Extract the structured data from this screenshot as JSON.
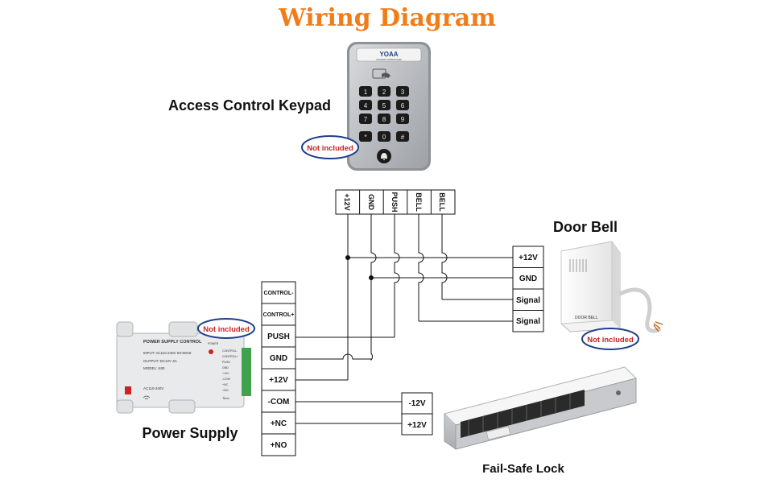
{
  "title": "Wiring Diagram",
  "colors": {
    "title": "#f07d1a",
    "badge_border": "#cc2222",
    "badge_text": "#cc2222",
    "wire": "#111111"
  },
  "devices": {
    "keypad": {
      "label": "Access Control Keypad",
      "brand": "YOAA",
      "subbrand": "ACCESS CONTROLLER",
      "badge": "Not included",
      "keys": [
        "1",
        "2",
        "3",
        "4",
        "5",
        "6",
        "7",
        "8",
        "9",
        "*",
        "0",
        "#"
      ],
      "icon": "bell-icon"
    },
    "doorbell": {
      "label": "Door Bell",
      "body_text": "DOOR BELL",
      "badge": "Not included"
    },
    "power_supply": {
      "label": "Power Supply",
      "badge": "Not included",
      "panel_title": "POWER SUPPLY CONTROL",
      "spec_lines": [
        "INPUT: AC110-240V 50-60HZ",
        "OUTPUT: DC12V 3A",
        "MODEL: K80"
      ],
      "ac_label": "AC110-240V",
      "power_led": "POWER",
      "side_terms": [
        "CONTROL-",
        "CONTROL+",
        "PUSH",
        "GND",
        "+12V",
        "-COM",
        "+NC",
        "+NO"
      ],
      "footer": "Time"
    },
    "lock": {
      "label": "Fail-Safe Lock"
    }
  },
  "terminals": {
    "keypad": [
      "+12V",
      "GND",
      "PUSH",
      "BELL",
      "BELL"
    ],
    "power_supply": [
      "CONTROL-",
      "CONTROL+",
      "PUSH",
      "GND",
      "+12V",
      "-COM",
      "+NC",
      "+NO"
    ],
    "doorbell": [
      "+12V",
      "GND",
      "Signal",
      "Signal"
    ],
    "lock": [
      "-12V",
      "+12V"
    ]
  }
}
